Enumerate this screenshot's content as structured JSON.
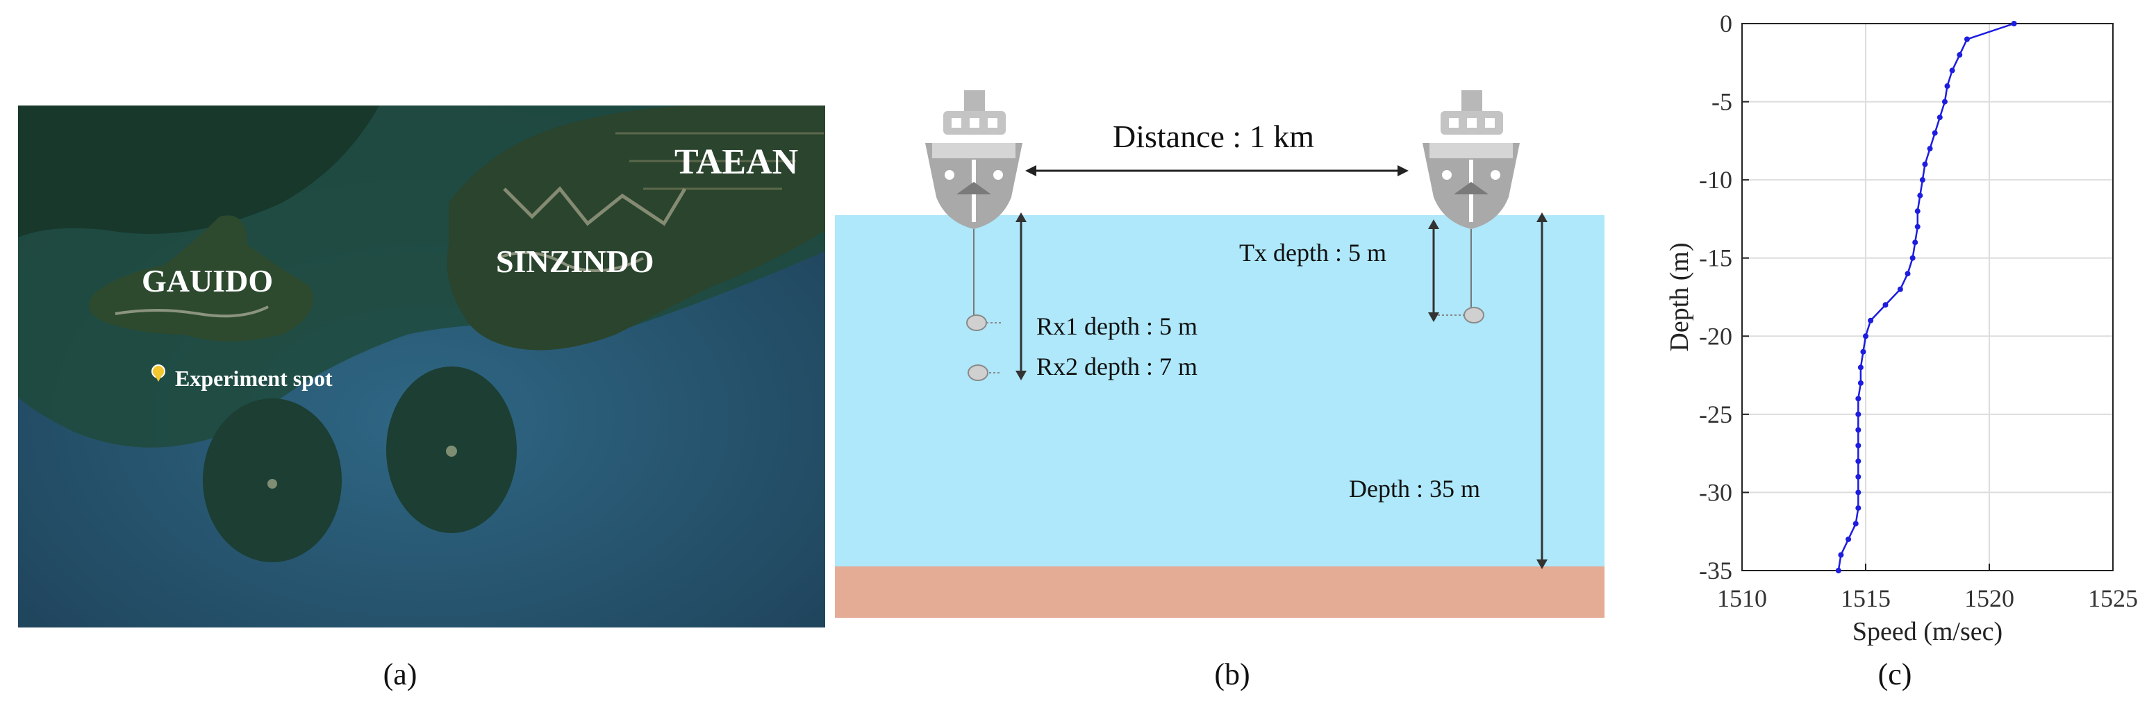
{
  "map": {
    "labels": {
      "gauido": "GAUIDO",
      "sinzindo": "SINZINDO",
      "taean": "TAEAN",
      "spot": "Experiment spot"
    },
    "colors": {
      "sea": "#254f6a",
      "land": "#1d3d2a",
      "shallow": "#1e4838",
      "label": "#ffffff"
    }
  },
  "schematic": {
    "distance": "Distance : 1 km",
    "tx_depth": "Tx depth : 5 m",
    "rx1_depth": "Rx1 depth : 5 m",
    "rx2_depth": "Rx2 depth : 7 m",
    "depth": "Depth : 35 m",
    "colors": {
      "water": "#aee8fa",
      "seabed": "#e4ab95",
      "ship": "#a9a9a9"
    }
  },
  "captions": {
    "a": "(a)",
    "b": "(b)",
    "c": "(c)"
  },
  "chart_data": {
    "type": "line",
    "xlabel": "Speed (m/sec)",
    "ylabel": "Depth (m)",
    "xlim": [
      1510,
      1525
    ],
    "ylim": [
      -35,
      0
    ],
    "x_ticks": [
      1510,
      1515,
      1520,
      1525
    ],
    "y_ticks": [
      0,
      -5,
      -10,
      -15,
      -20,
      -25,
      -30,
      -35
    ],
    "grid": true,
    "line_color": "#1d1de0",
    "series": [
      {
        "speed": [
          1521.0,
          1519.1,
          1518.8,
          1518.5,
          1518.3,
          1518.2,
          1518.0,
          1517.8,
          1517.6,
          1517.4,
          1517.3,
          1517.2,
          1517.1,
          1517.1,
          1517.0,
          1516.9,
          1516.7,
          1516.4,
          1515.8,
          1515.2,
          1515.0,
          1514.9,
          1514.8,
          1514.8,
          1514.7,
          1514.7,
          1514.7,
          1514.7,
          1514.7,
          1514.7,
          1514.7,
          1514.7,
          1514.6,
          1514.3,
          1514.0,
          1513.9
        ],
        "depth": [
          0,
          -1,
          -2,
          -3,
          -4,
          -5,
          -6,
          -7,
          -8,
          -9,
          -10,
          -11,
          -12,
          -13,
          -14,
          -15,
          -16,
          -17,
          -18,
          -19,
          -20,
          -21,
          -22,
          -23,
          -24,
          -25,
          -26,
          -27,
          -28,
          -29,
          -30,
          -31,
          -32,
          -33,
          -34,
          -35
        ]
      }
    ]
  }
}
